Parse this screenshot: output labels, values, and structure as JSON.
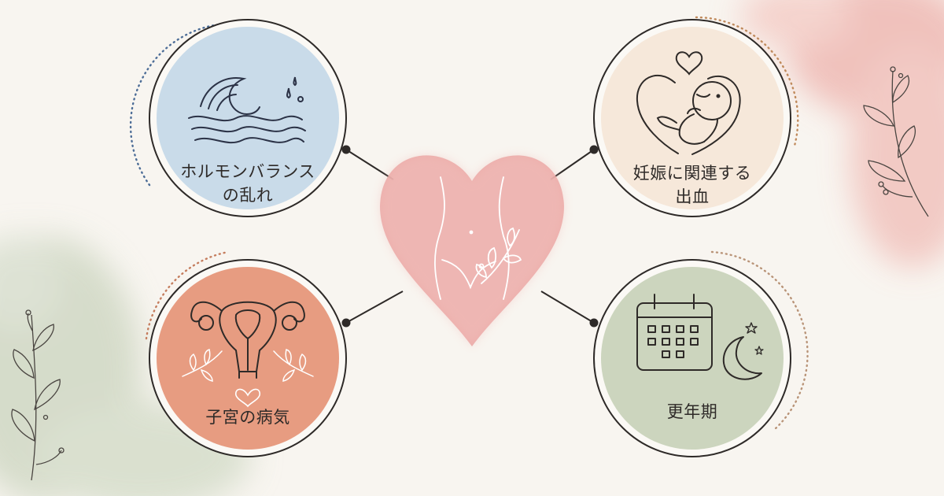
{
  "nodes": {
    "hormone": {
      "lines": [
        "ホルモンバランス",
        "の乱れ"
      ],
      "icon": "ocean-wave-icon",
      "color": "#c6d9e8"
    },
    "pregnancy": {
      "lines": [
        "妊娠に関連する",
        "出血"
      ],
      "icon": "baby-in-heart-icon",
      "color": "#f6e7d8"
    },
    "uterus": {
      "lines": [
        "子宮の病気"
      ],
      "icon": "uterus-icon",
      "color": "#e6977a"
    },
    "menopause": {
      "lines": [
        "更年期"
      ],
      "icon": "calendar-moon-icon",
      "color": "#c9d3bb"
    }
  },
  "center": {
    "icon": "female-torso-heart-icon",
    "color": "#eaa6a3"
  },
  "colors": {
    "line": "#2e2a28",
    "background": "#f8f5f0"
  }
}
